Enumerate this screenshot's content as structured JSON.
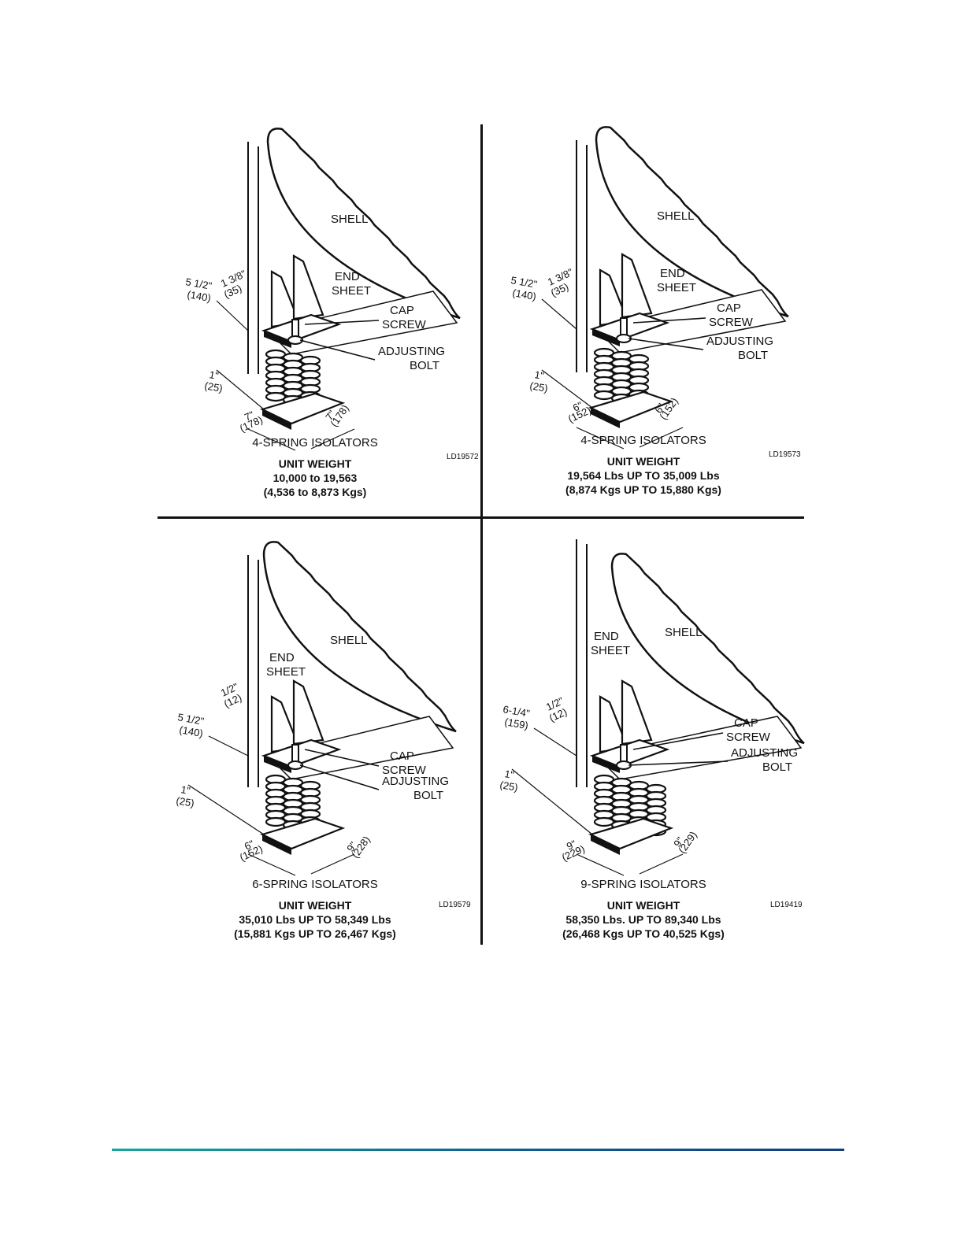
{
  "colors": {
    "line": "#111111",
    "footer_rule_start": "#17a59a",
    "footer_rule_end": "#133e7c"
  },
  "panels": [
    {
      "labels": {
        "shell": "SHELL",
        "end_sheet": [
          "END",
          "SHEET"
        ],
        "cap_screw": [
          "CAP",
          "SCREW"
        ],
        "adjusting_bolt": [
          "ADJUSTING",
          "BOLT"
        ]
      },
      "dims": {
        "height": [
          "5 1/2\"",
          "(140)"
        ],
        "gap": [
          "1 3/8\"",
          "(35)"
        ],
        "clearance": [
          "1\"",
          "(25)"
        ],
        "length": [
          "7\"",
          "(178)"
        ],
        "width": [
          "7\"",
          "(178)"
        ]
      },
      "caption": "4-SPRING ISOLATORS",
      "code": "LD19572",
      "weight": [
        "UNIT WEIGHT",
        "10,000 to 19,563",
        "(4,536 to 8,873 Kgs)"
      ]
    },
    {
      "labels": {
        "shell": "SHELL",
        "end_sheet": [
          "END",
          "SHEET"
        ],
        "cap_screw": [
          "CAP",
          "SCREW"
        ],
        "adjusting_bolt": [
          "ADJUSTING",
          "BOLT"
        ]
      },
      "dims": {
        "height": [
          "5 1/2\"",
          "(140)"
        ],
        "gap": [
          "1 3/8\"",
          "(35)"
        ],
        "clearance": [
          "1\"",
          "(25)"
        ],
        "length": [
          "6\"",
          "(152)"
        ],
        "width": [
          "6\"",
          "(152)"
        ]
      },
      "caption": "4-SPRING ISOLATORS",
      "code": "LD19573",
      "weight": [
        "UNIT WEIGHT",
        "19,564 Lbs UP TO 35,009 Lbs",
        "(8,874 Kgs UP TO 15,880 Kgs)"
      ]
    },
    {
      "labels": {
        "shell": "SHELL",
        "end_sheet": [
          "END",
          "SHEET"
        ],
        "cap_screw": [
          "CAP",
          "SCREW"
        ],
        "adjusting_bolt": [
          "ADJUSTING",
          "BOLT"
        ]
      },
      "dims": {
        "height": [
          "5 1/2\"",
          "(140)"
        ],
        "gap": [
          "1/2\"",
          "(12)"
        ],
        "clearance": [
          "1\"",
          "(25)"
        ],
        "length": [
          "6\"",
          "(152)"
        ],
        "width": [
          "9\"",
          "(228)"
        ]
      },
      "caption": "6-SPRING ISOLATORS",
      "code": "LD19579",
      "weight": [
        "UNIT WEIGHT",
        "35,010 Lbs UP TO 58,349 Lbs",
        "(15,881 Kgs UP TO 26,467 Kgs)"
      ]
    },
    {
      "labels": {
        "shell": "SHELL",
        "end_sheet": [
          "END",
          "SHEET"
        ],
        "cap_screw": [
          "CAP",
          "SCREW"
        ],
        "adjusting_bolt": [
          "ADJUSTING",
          "BOLT"
        ]
      },
      "dims": {
        "height": [
          "6-1/4\"",
          "(159)"
        ],
        "gap": [
          "1/2\"",
          "(12)"
        ],
        "clearance": [
          "1\"",
          "(25)"
        ],
        "length": [
          "9\"",
          "(229)"
        ],
        "width": [
          "9\"",
          "(229)"
        ]
      },
      "caption": "9-SPRING ISOLATORS",
      "code": "LD19419",
      "weight": [
        "UNIT WEIGHT",
        "58,350 Lbs. UP TO 89,340 Lbs",
        "(26,468 Kgs UP TO 40,525 Kgs)"
      ]
    }
  ]
}
